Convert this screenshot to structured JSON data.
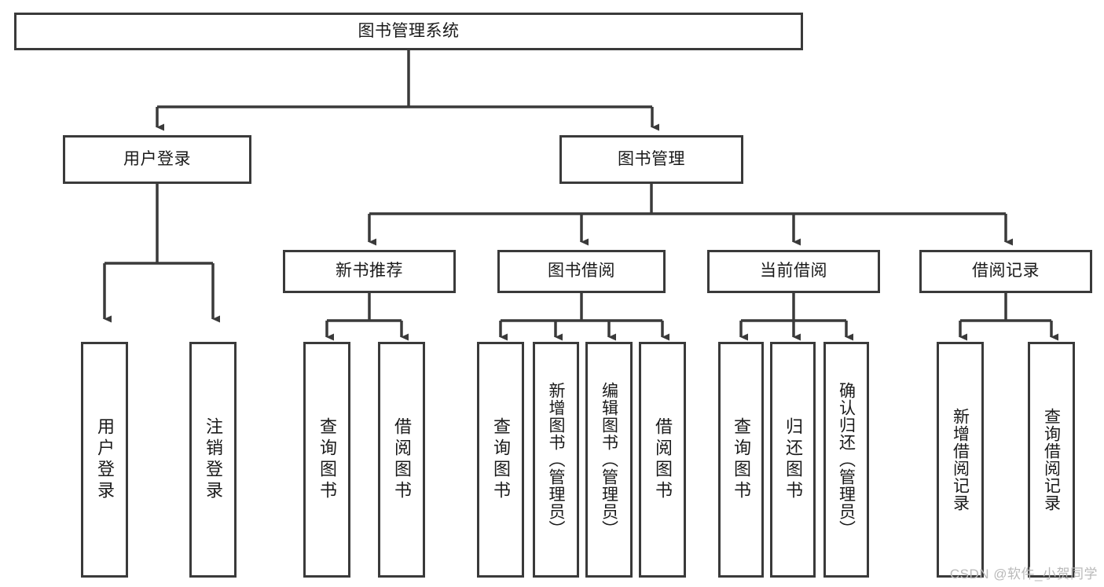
{
  "diagram": {
    "type": "tree",
    "title": "图书管理系统",
    "orientation": "top-down",
    "theme": {
      "background": "#ffffff",
      "border_color": "#3a3a3a",
      "text_color": "#1a1a1a",
      "connector_color": "#3a3a3a"
    },
    "nodes": {
      "root": {
        "label": "图书管理系统",
        "level": 0
      },
      "l1": [
        {
          "id": "user-login",
          "label": "用户登录",
          "level": 1
        },
        {
          "id": "book-manage",
          "label": "图书管理",
          "level": 1
        }
      ],
      "l2": [
        {
          "id": "new-book-rec",
          "label": "新书推荐",
          "level": 2,
          "parent": "book-manage"
        },
        {
          "id": "book-borrow",
          "label": "图书借阅",
          "level": 2,
          "parent": "book-manage"
        },
        {
          "id": "current-borrow",
          "label": "当前借阅",
          "level": 2,
          "parent": "book-manage"
        },
        {
          "id": "borrow-record",
          "label": "借阅记录",
          "level": 2,
          "parent": "book-manage"
        }
      ],
      "leaves": [
        {
          "id": "leaf-user-login",
          "label": "用户登录",
          "parent": "user-login"
        },
        {
          "id": "leaf-user-logout",
          "label": "注销登录",
          "parent": "user-login"
        },
        {
          "id": "leaf-query-book-rec",
          "label": "查询图书",
          "parent": "new-book-rec"
        },
        {
          "id": "leaf-borrow-book-rec",
          "label": "借阅图书",
          "parent": "new-book-rec"
        },
        {
          "id": "leaf-query-book-borrow",
          "label": "查询图书",
          "parent": "book-borrow"
        },
        {
          "id": "leaf-add-book-admin",
          "label": "新增图书（管理员）",
          "parent": "book-borrow"
        },
        {
          "id": "leaf-edit-book-admin",
          "label": "编辑图书（管理员）",
          "parent": "book-borrow"
        },
        {
          "id": "leaf-borrow-book",
          "label": "借阅图书",
          "parent": "book-borrow"
        },
        {
          "id": "leaf-query-book-current",
          "label": "查询图书",
          "parent": "current-borrow"
        },
        {
          "id": "leaf-return-book",
          "label": "归还图书",
          "parent": "current-borrow"
        },
        {
          "id": "leaf-confirm-return-admin",
          "label": "确认归还（管理员）",
          "parent": "current-borrow"
        },
        {
          "id": "leaf-add-borrow-record",
          "label": "新增借阅记录",
          "parent": "borrow-record"
        },
        {
          "id": "leaf-query-borrow-record",
          "label": "查询借阅记录",
          "parent": "borrow-record"
        }
      ]
    }
  },
  "watermark": {
    "text": "CSDN @软件_小贺同学"
  }
}
